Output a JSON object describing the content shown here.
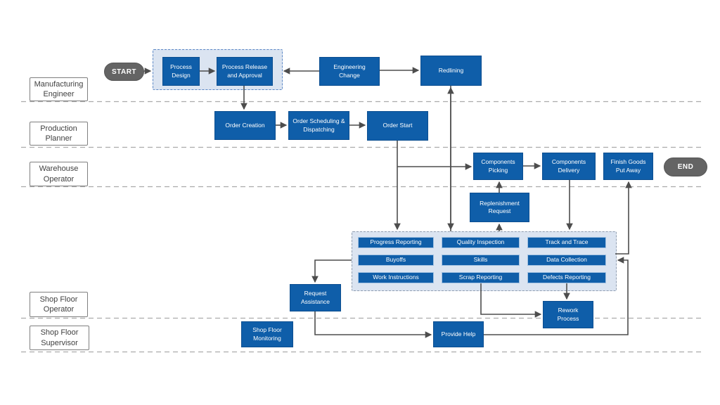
{
  "lanes": [
    {
      "label": "Manufacturing Engineer"
    },
    {
      "label": "Production Planner"
    },
    {
      "label": "Warehouse Operator"
    },
    {
      "label": "Shop Floor Operator"
    },
    {
      "label": "Shop Floor Supervisor"
    }
  ],
  "terminals": {
    "start": "START",
    "end": "END"
  },
  "nodes": {
    "process_design": "Process Design",
    "process_release": "Process Release and Approval",
    "engineering_change": "Engineering Change",
    "redlining": "Redlining",
    "order_creation": "Order Creation",
    "order_scheduling": "Order Scheduling & Dispatching",
    "order_start": "Order Start",
    "components_picking": "Components Picking",
    "components_delivery": "Components Delivery",
    "finish_goods_put_away": "Finish Goods Put Away",
    "replenishment_request": "Replenishment Request",
    "progress_reporting": "Progress Reporting",
    "quality_inspection": "Quality Inspection",
    "track_and_trace": "Track and Trace",
    "buyoffs": "Buyoffs",
    "skills": "Skills",
    "data_collection": "Data Collection",
    "work_instructions": "Work Instructions",
    "scrap_reporting": "Scrap Reporting",
    "defects_reporting": "Defects Reporting",
    "request_assistance": "Request Assistance",
    "shop_floor_monitoring": "Shop Floor Monitoring",
    "provide_help": "Provide Help",
    "rework_process": "Rework Process"
  },
  "colors": {
    "node_blue": "#0f5ea9",
    "terminal_gray": "#646464",
    "group_background": "#dbe4f1",
    "design_group_border": "#5b87c5",
    "shopfloor_group_border": "#8f9db0",
    "connector": "#4d4d4d",
    "lane_divider": "#ababab"
  }
}
